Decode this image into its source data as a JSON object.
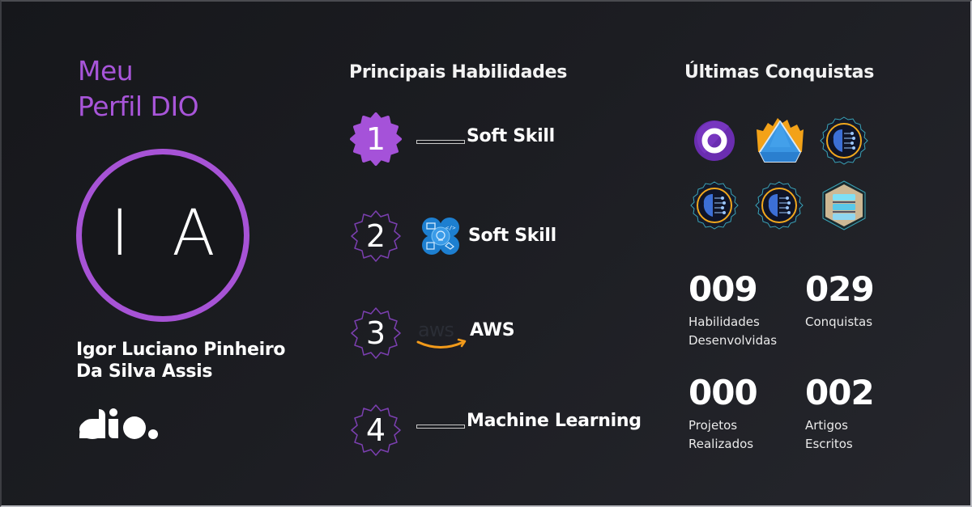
{
  "profile": {
    "title_line1": "Meu",
    "title_line2": "Perfil DIO",
    "initials": "I A",
    "name": "Igor Luciano Pinheiro Da Silva Assis",
    "brand_logo": "dio-logo",
    "accent_color": "#a855d9"
  },
  "skills": {
    "title": "Principais Habilidades",
    "items": [
      {
        "rank": "1",
        "icon": "placeholder-line",
        "label": "Soft Skill",
        "badge_style": "filled"
      },
      {
        "rank": "2",
        "icon": "soft-skills-icon",
        "label": "Soft Skill",
        "badge_style": "outline"
      },
      {
        "rank": "3",
        "icon": "aws-icon",
        "label": "AWS",
        "badge_style": "outline"
      },
      {
        "rank": "4",
        "icon": "placeholder-line",
        "label": "Machine Learning",
        "badge_style": "outline"
      }
    ]
  },
  "achievements": {
    "title": "Últimas Conquistas",
    "badges": [
      {
        "icon": "purple-ring-badge"
      },
      {
        "icon": "azure-triangle-badge"
      },
      {
        "icon": "ai-brain-badge"
      },
      {
        "icon": "ai-brain-badge"
      },
      {
        "icon": "ai-brain-badge"
      },
      {
        "icon": "database-hexagon-badge"
      }
    ],
    "stats": [
      {
        "value": "009",
        "label": "Habilidades Desenvolvidas"
      },
      {
        "value": "029",
        "label": "Conquistas"
      },
      {
        "value": "000",
        "label": "Projetos Realizados"
      },
      {
        "value": "002",
        "label": "Artigos Escritos"
      }
    ]
  }
}
